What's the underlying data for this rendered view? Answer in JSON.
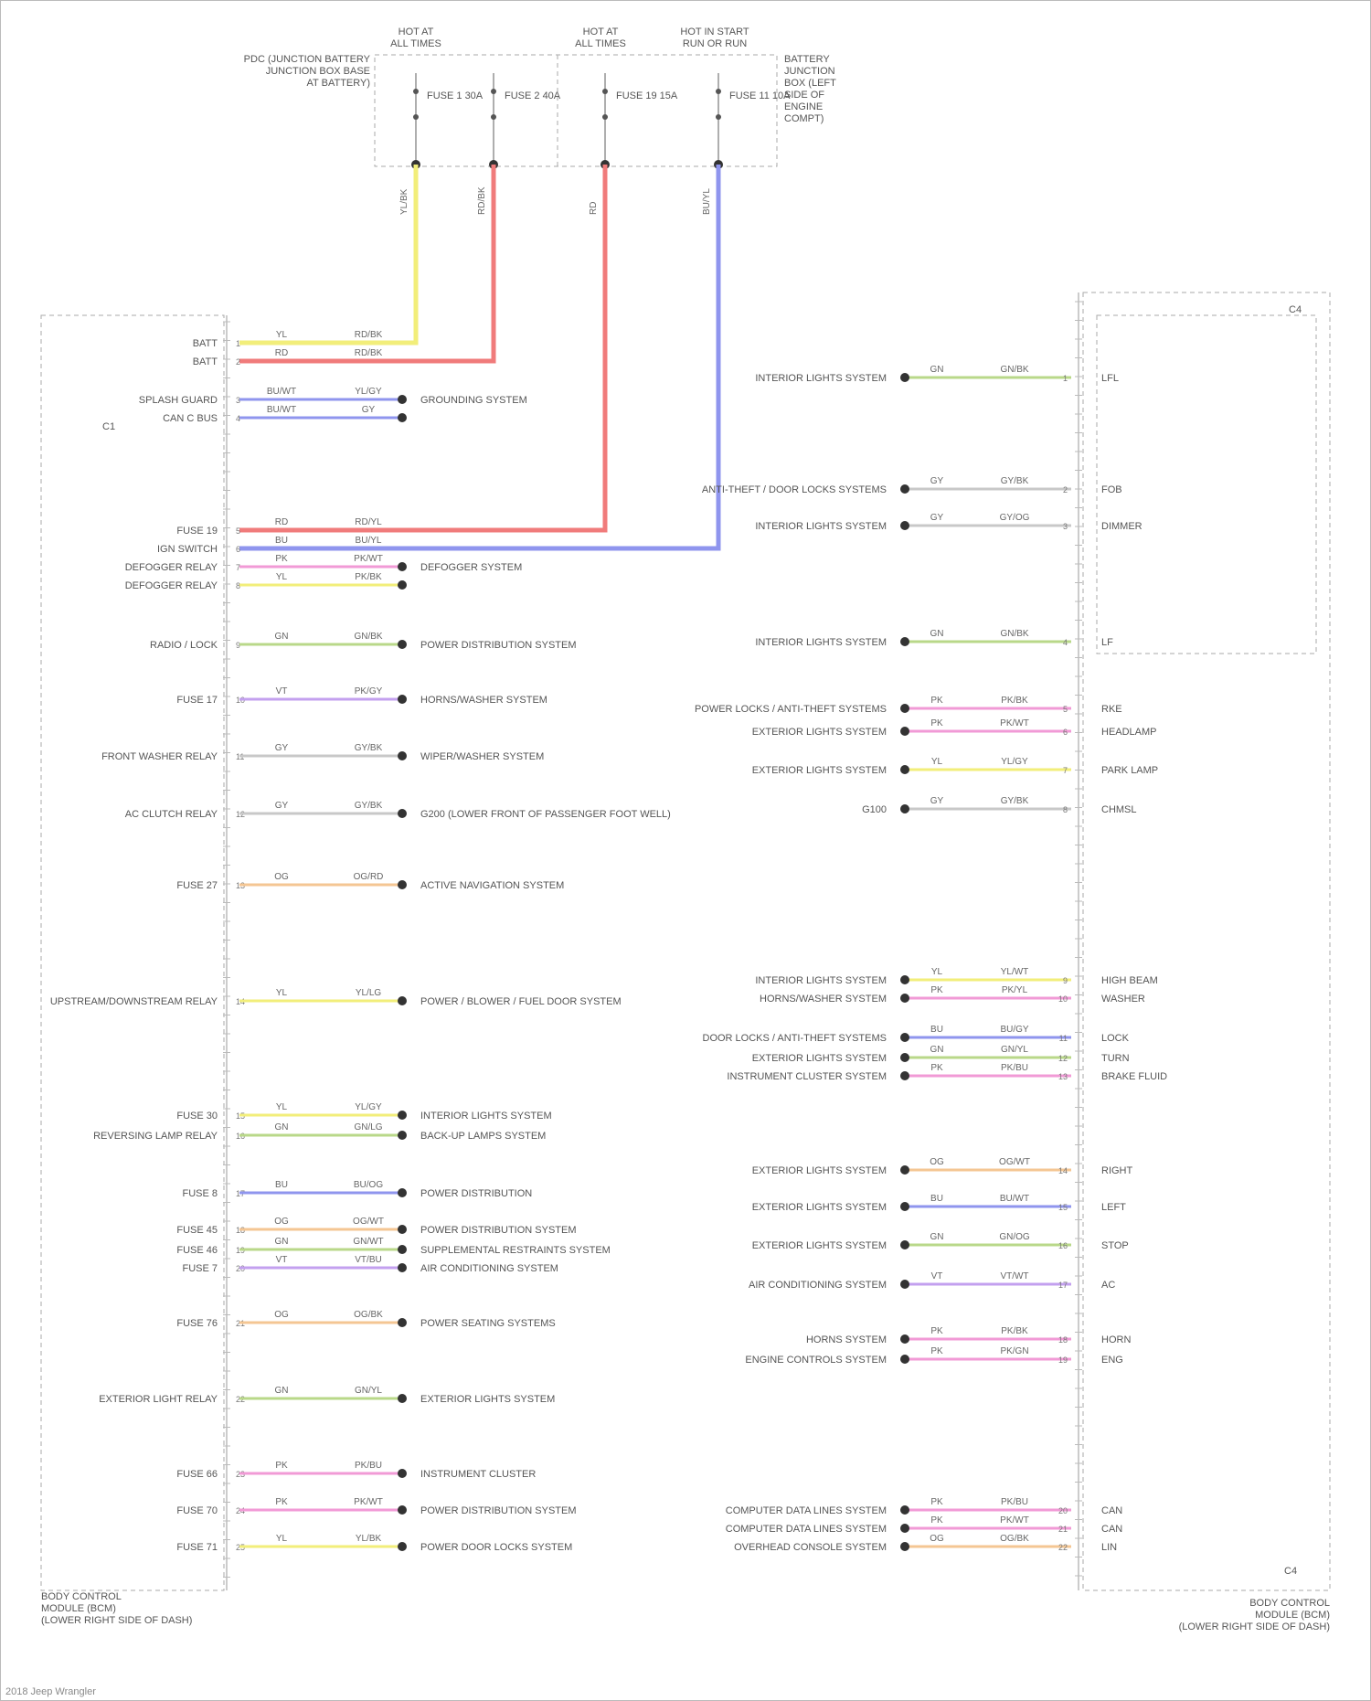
{
  "colors": {
    "yellow": "#f2ee7a",
    "red": "#f07b7b",
    "blue": "#8f95ee",
    "pink": "#f19ad6",
    "green": "#b9d889",
    "orange": "#f4c693",
    "grey": "#c8c8c8",
    "violet": "#c3a0ef",
    "teal": "#8fc9c9"
  },
  "fuse_box": {
    "left_label": [
      "HOT AT",
      "ALL TIMES"
    ],
    "mid_label": [
      "HOT AT",
      "ALL TIMES"
    ],
    "right_label": [
      "HOT IN START",
      "RUN OR RUN"
    ],
    "left_note": [
      "PDC (JUNCTION BATTERY",
      "JUNCTION BOX BASE",
      "AT BATTERY)"
    ],
    "right_note": [
      "BATTERY",
      "JUNCTION",
      "BOX (LEFT",
      "SIDE OF",
      "ENGINE",
      "COMPT)"
    ],
    "fuses": [
      "FUSE 1 30A",
      "FUSE 2 40A",
      "FUSE 19 15A",
      "FUSE 11 10A"
    ],
    "wire_codes": [
      "YL/BK",
      "RD/BK",
      "RD",
      "BU/YL"
    ]
  },
  "left_module": {
    "caption": [
      "BODY CONTROL",
      "MODULE (BCM)",
      "(LOWER RIGHT SIDE OF DASH)"
    ],
    "connector_tag": "C1",
    "rows": [
      {
        "label": "BATT",
        "c1": "YL",
        "c2": "RD/BK",
        "dest": ""
      },
      {
        "label": "BATT",
        "c1": "RD",
        "c2": "RD/BK",
        "dest": ""
      },
      {
        "label": "SPLASH GUARD",
        "c1": "BU/WT",
        "c2": "YL/GY",
        "dest": "GROUNDING SYSTEM"
      },
      {
        "label": "CAN C BUS",
        "c1": "BU/WT",
        "c2": "GY",
        "dest": ""
      },
      {
        "label": "FUSE 19",
        "c1": "RD",
        "c2": "RD/YL",
        "dest": ""
      },
      {
        "label": "IGN SWITCH",
        "c1": "BU",
        "c2": "BU/YL",
        "dest": ""
      },
      {
        "label": "DEFOGGER RELAY",
        "c1": "PK",
        "c2": "PK/WT",
        "dest": "DEFOGGER SYSTEM"
      },
      {
        "label": "DEFOGGER RELAY",
        "c1": "YL",
        "c2": "PK/BK",
        "dest": ""
      },
      {
        "label": "RADIO / LOCK",
        "c1": "GN",
        "c2": "GN/BK",
        "dest": "POWER DISTRIBUTION SYSTEM"
      },
      {
        "label": "FUSE 17",
        "c1": "VT",
        "c2": "PK/GY",
        "dest": "HORNS/WASHER SYSTEM"
      },
      {
        "label": "FRONT WASHER RELAY",
        "c1": "GY",
        "c2": "GY/BK",
        "dest": "WIPER/WASHER SYSTEM"
      },
      {
        "label": "AC CLUTCH RELAY",
        "c1": "GY",
        "c2": "GY/BK",
        "dest": "G200 (LOWER FRONT OF PASSENGER FOOT WELL)"
      },
      {
        "label": "FUSE 27",
        "c1": "OG",
        "c2": "OG/RD",
        "dest": "ACTIVE NAVIGATION SYSTEM"
      },
      {
        "label": "UPSTREAM/DOWNSTREAM RELAY",
        "c1": "YL",
        "c2": "YL/LG",
        "dest": "POWER / BLOWER / FUEL DOOR SYSTEM"
      },
      {
        "label": "FUSE 30",
        "c1": "YL",
        "c2": "YL/GY",
        "dest": "INTERIOR LIGHTS SYSTEM"
      },
      {
        "label": "REVERSING LAMP RELAY",
        "c1": "GN",
        "c2": "GN/LG",
        "dest": "BACK-UP LAMPS SYSTEM"
      },
      {
        "label": "FUSE 8",
        "c1": "BU",
        "c2": "BU/OG",
        "dest": "POWER DISTRIBUTION"
      },
      {
        "label": "FUSE 45",
        "c1": "OG",
        "c2": "OG/WT",
        "dest": "POWER DISTRIBUTION SYSTEM"
      },
      {
        "label": "FUSE 46",
        "c1": "GN",
        "c2": "GN/WT",
        "dest": "SUPPLEMENTAL RESTRAINTS SYSTEM"
      },
      {
        "label": "FUSE 7",
        "c1": "VT",
        "c2": "VT/BU",
        "dest": "AIR CONDITIONING SYSTEM"
      },
      {
        "label": "FUSE 76",
        "c1": "OG",
        "c2": "OG/BK",
        "dest": "POWER SEATING SYSTEMS"
      },
      {
        "label": "EXTERIOR LIGHT RELAY",
        "c1": "GN",
        "c2": "GN/YL",
        "dest": "EXTERIOR LIGHTS SYSTEM"
      },
      {
        "label": "FUSE 66",
        "c1": "PK",
        "c2": "PK/BU",
        "dest": "INSTRUMENT CLUSTER"
      },
      {
        "label": "FUSE 70",
        "c1": "PK",
        "c2": "PK/WT",
        "dest": "POWER DISTRIBUTION SYSTEM"
      },
      {
        "label": "FUSE 71",
        "c1": "YL",
        "c2": "YL/BK",
        "dest": "POWER DOOR LOCKS SYSTEM"
      }
    ]
  },
  "right_module": {
    "caption": [
      "BODY CONTROL",
      "MODULE (BCM)",
      "(LOWER RIGHT SIDE OF DASH)"
    ],
    "connector_tag_top": "C4",
    "connector_tag_bottom": "C4",
    "rows": [
      {
        "src": "INTERIOR LIGHTS SYSTEM",
        "c1": "GN",
        "c2": "GN/BK",
        "pinlabel": "LFL"
      },
      {
        "src": "ANTI-THEFT / DOOR LOCKS SYSTEMS",
        "c1": "GY",
        "c2": "GY/BK",
        "pinlabel": "FOB"
      },
      {
        "src": "INTERIOR LIGHTS SYSTEM",
        "c1": "GY",
        "c2": "GY/OG",
        "pinlabel": "DIMMER"
      },
      {
        "src": "INTERIOR LIGHTS SYSTEM",
        "c1": "GN",
        "c2": "GN/BK",
        "pinlabel": "LF"
      },
      {
        "src": "POWER LOCKS / ANTI-THEFT SYSTEMS",
        "c1": "PK",
        "c2": "PK/BK",
        "pinlabel": "RKE"
      },
      {
        "src": "EXTERIOR LIGHTS SYSTEM",
        "c1": "PK",
        "c2": "PK/WT",
        "pinlabel": "HEADLAMP"
      },
      {
        "src": "EXTERIOR LIGHTS SYSTEM",
        "c1": "YL",
        "c2": "YL/GY",
        "pinlabel": "PARK LAMP"
      },
      {
        "src": "G100",
        "c1": "GY",
        "c2": "GY/BK",
        "pinlabel": "CHMSL"
      },
      {
        "src": "INTERIOR LIGHTS SYSTEM",
        "c1": "YL",
        "c2": "YL/WT",
        "pinlabel": "HIGH BEAM"
      },
      {
        "src": "HORNS/WASHER SYSTEM",
        "c1": "PK",
        "c2": "PK/YL",
        "pinlabel": "WASHER"
      },
      {
        "src": "DOOR LOCKS / ANTI-THEFT SYSTEMS",
        "c1": "BU",
        "c2": "BU/GY",
        "pinlabel": "LOCK"
      },
      {
        "src": "EXTERIOR LIGHTS SYSTEM",
        "c1": "GN",
        "c2": "GN/YL",
        "pinlabel": "TURN"
      },
      {
        "src": "INSTRUMENT CLUSTER SYSTEM",
        "c1": "PK",
        "c2": "PK/BU",
        "pinlabel": "BRAKE FLUID"
      },
      {
        "src": "EXTERIOR LIGHTS SYSTEM",
        "c1": "OG",
        "c2": "OG/WT",
        "pinlabel": "RIGHT"
      },
      {
        "src": "EXTERIOR LIGHTS SYSTEM",
        "c1": "BU",
        "c2": "BU/WT",
        "pinlabel": "LEFT"
      },
      {
        "src": "EXTERIOR LIGHTS SYSTEM",
        "c1": "GN",
        "c2": "GN/OG",
        "pinlabel": "STOP"
      },
      {
        "src": "AIR CONDITIONING SYSTEM",
        "c1": "VT",
        "c2": "VT/WT",
        "pinlabel": "AC"
      },
      {
        "src": "HORNS SYSTEM",
        "c1": "PK",
        "c2": "PK/BK",
        "pinlabel": "HORN"
      },
      {
        "src": "ENGINE CONTROLS SYSTEM",
        "c1": "PK",
        "c2": "PK/GN",
        "pinlabel": "ENG"
      },
      {
        "src": "COMPUTER DATA LINES SYSTEM",
        "c1": "PK",
        "c2": "PK/BU",
        "pinlabel": "CAN"
      },
      {
        "src": "COMPUTER DATA LINES SYSTEM",
        "c1": "PK",
        "c2": "PK/WT",
        "pinlabel": "CAN"
      },
      {
        "src": "OVERHEAD CONSOLE SYSTEM",
        "c1": "OG",
        "c2": "OG/BK",
        "pinlabel": "LIN"
      }
    ]
  },
  "footer": "2018 Jeep Wrangler"
}
